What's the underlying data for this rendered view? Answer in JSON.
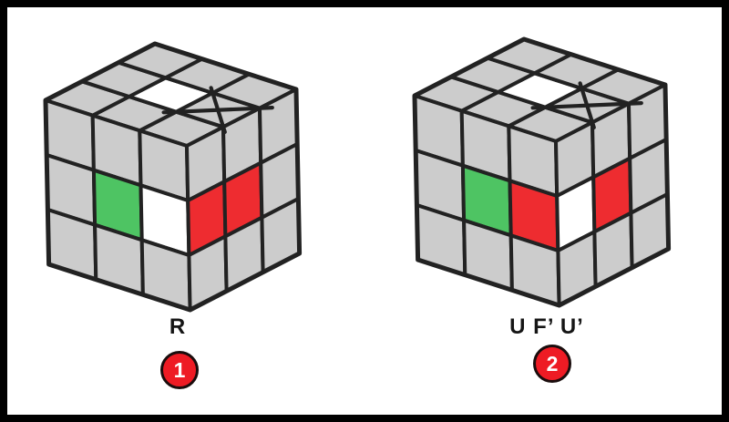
{
  "figure": {
    "background": "#ffffff",
    "frame_color": "#000000",
    "description": "Two Rubik's cube move diagrams"
  },
  "colors": {
    "gray": "#cccccc",
    "green": "#4ec463",
    "red": "#ee2c30",
    "white": "#ffffff",
    "stroke": "#222222"
  },
  "badge_style": {
    "fill": "#ee1b24",
    "border": "#1a0d0d",
    "text_color": "#ffffff"
  },
  "cubes": [
    {
      "move_label": "R",
      "badge_number": "1",
      "x_mark": {
        "face": "top",
        "i": 0,
        "j": 1
      },
      "faces": {
        "top": [
          [
            "gray",
            "gray",
            "gray"
          ],
          [
            "gray",
            "white",
            "gray"
          ],
          [
            "gray",
            "gray",
            "gray"
          ]
        ],
        "left": [
          [
            "gray",
            "gray",
            "gray"
          ],
          [
            "gray",
            "green",
            "white"
          ],
          [
            "gray",
            "gray",
            "gray"
          ]
        ],
        "right": [
          [
            "gray",
            "gray",
            "gray"
          ],
          [
            "red",
            "red",
            "gray"
          ],
          [
            "gray",
            "gray",
            "gray"
          ]
        ]
      }
    },
    {
      "move_label": "U F’ U’",
      "badge_number": "2",
      "x_mark": {
        "face": "top",
        "i": 0,
        "j": 1
      },
      "faces": {
        "top": [
          [
            "gray",
            "gray",
            "gray"
          ],
          [
            "gray",
            "white",
            "gray"
          ],
          [
            "gray",
            "gray",
            "gray"
          ]
        ],
        "left": [
          [
            "gray",
            "gray",
            "gray"
          ],
          [
            "gray",
            "green",
            "red"
          ],
          [
            "gray",
            "gray",
            "gray"
          ]
        ],
        "right": [
          [
            "gray",
            "gray",
            "gray"
          ],
          [
            "white",
            "red",
            "gray"
          ],
          [
            "gray",
            "gray",
            "gray"
          ]
        ]
      }
    }
  ]
}
